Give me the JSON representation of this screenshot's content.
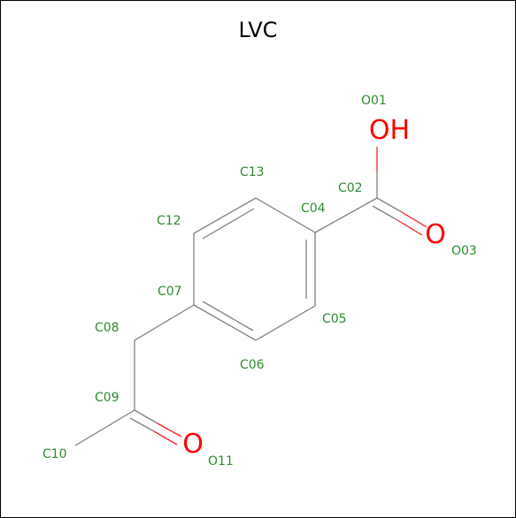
{
  "title": "LVC",
  "atoms": {
    "O01": "O01",
    "C02": "C02",
    "O03": "O03",
    "C04": "C04",
    "C05": "C05",
    "C06": "C06",
    "C07": "C07",
    "C08": "C08",
    "C09": "C09",
    "C10": "C10",
    "O11": "O11",
    "C12": "C12",
    "C13": "C13"
  },
  "elements": {
    "oh": "OH",
    "o": "O"
  },
  "colors": {
    "bond": "#808080",
    "oxygen": "#ff0000",
    "label": "#2e8b2e"
  }
}
